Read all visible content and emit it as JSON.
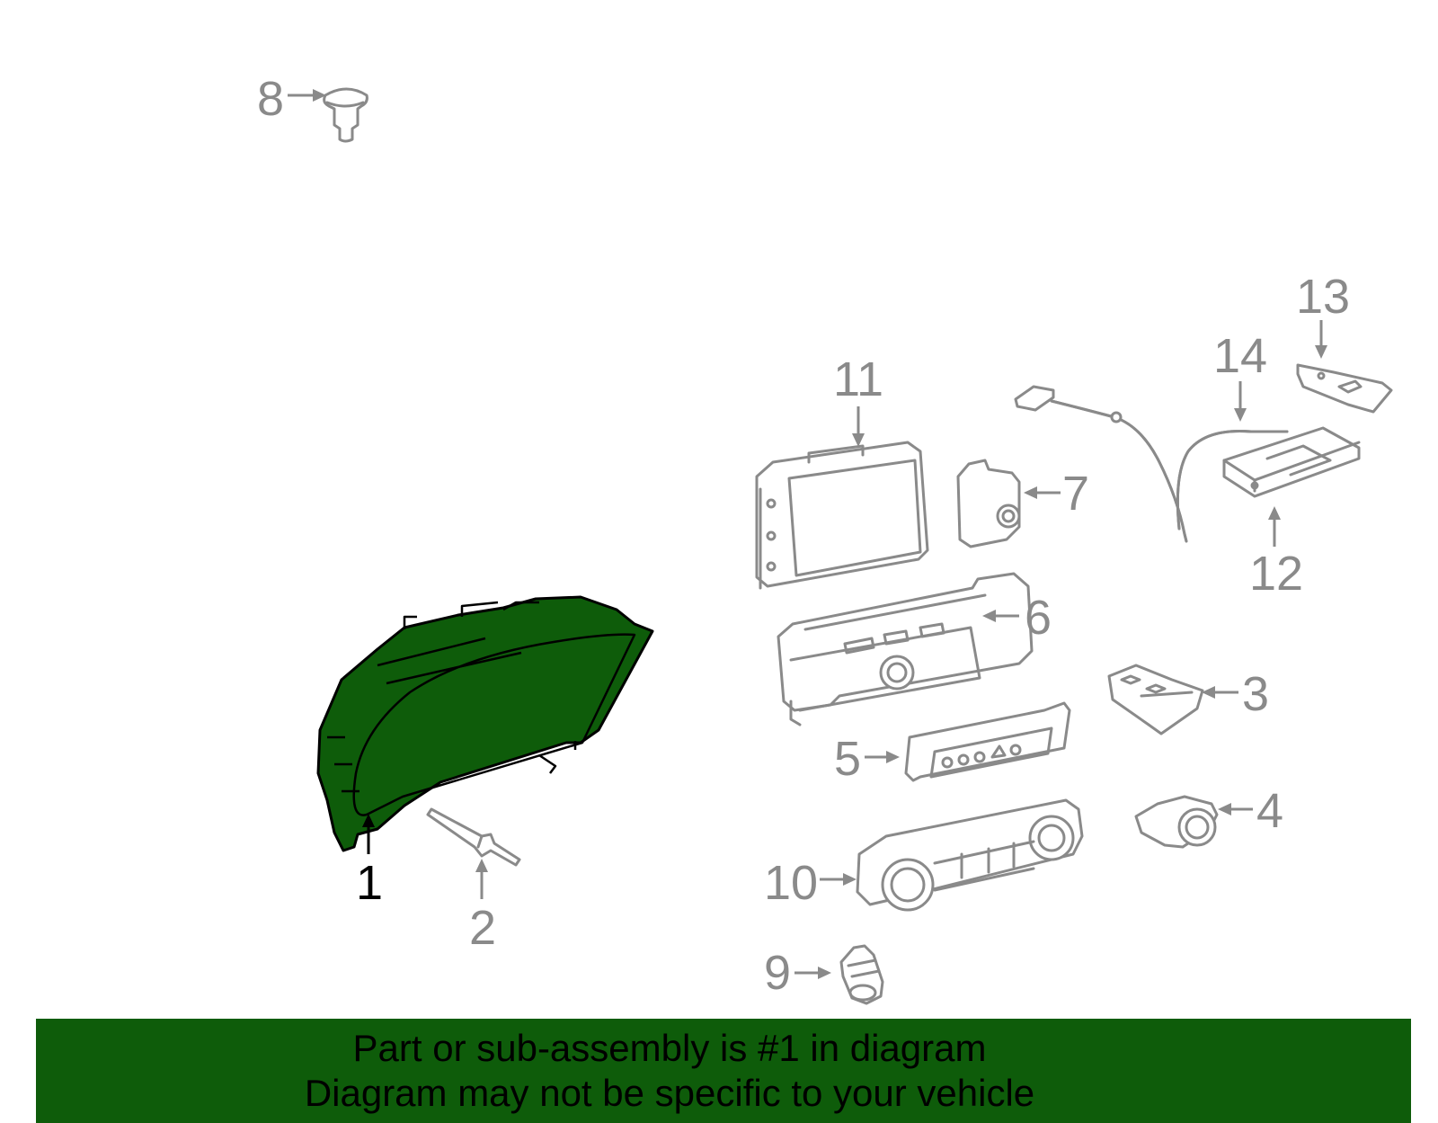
{
  "diagram": {
    "callouts": [
      {
        "id": "1",
        "label": "1",
        "highlighted": true
      },
      {
        "id": "2",
        "label": "2"
      },
      {
        "id": "3",
        "label": "3"
      },
      {
        "id": "4",
        "label": "4"
      },
      {
        "id": "5",
        "label": "5"
      },
      {
        "id": "6",
        "label": "6"
      },
      {
        "id": "7",
        "label": "7"
      },
      {
        "id": "8",
        "label": "8"
      },
      {
        "id": "9",
        "label": "9"
      },
      {
        "id": "10",
        "label": "10"
      },
      {
        "id": "11",
        "label": "11"
      },
      {
        "id": "12",
        "label": "12"
      },
      {
        "id": "13",
        "label": "13"
      },
      {
        "id": "14",
        "label": "14"
      }
    ],
    "colors": {
      "highlight": "#0e5c0a",
      "parts_stroke": "#8a8a8a",
      "active_callout": "#000000"
    }
  },
  "banner": {
    "line1": "Part or sub-assembly is #1 in diagram",
    "line2": "Diagram may not be specific to your vehicle"
  }
}
